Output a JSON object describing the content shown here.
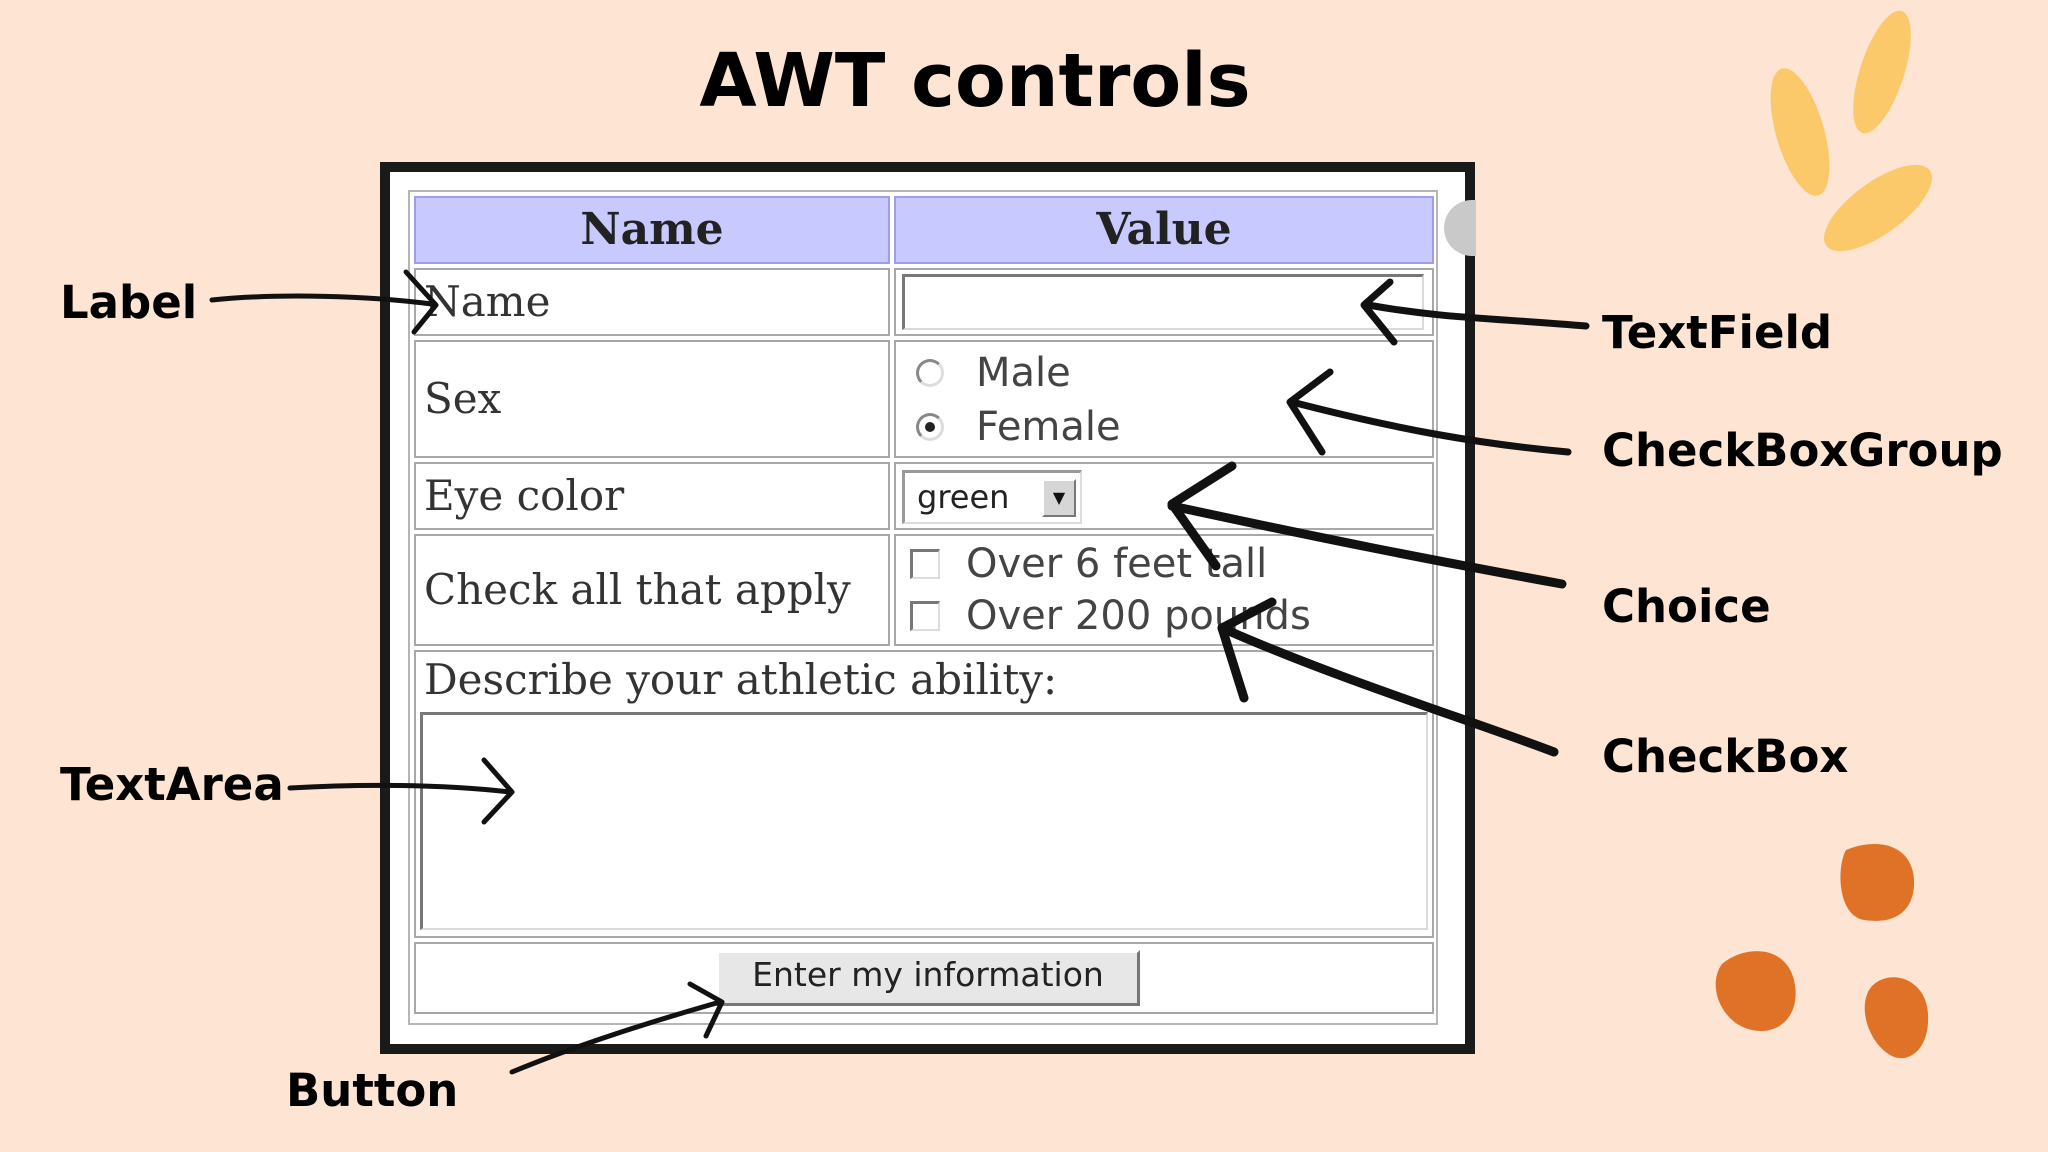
{
  "title": "AWT controls",
  "callouts": {
    "label": "Label",
    "textfield": "TextField",
    "checkboxgroup": "CheckBoxGroup",
    "choice": "Choice",
    "checkbox": "CheckBox",
    "textarea": "TextArea",
    "button": "Button"
  },
  "form": {
    "headers": {
      "name": "Name",
      "value": "Value"
    },
    "rows": {
      "name_label": "Name",
      "name_value": "",
      "sex_label": "Sex",
      "sex_options": [
        {
          "label": "Male",
          "selected": false
        },
        {
          "label": "Female",
          "selected": true
        }
      ],
      "eye_label": "Eye color",
      "eye_value": "green",
      "check_label": "Check all that apply",
      "check_options": [
        {
          "label": "Over 6 feet tall",
          "checked": false
        },
        {
          "label": "Over 200 pounds",
          "checked": false
        }
      ],
      "describe_label": "Describe your athletic ability:",
      "describe_value": "",
      "submit_label": "Enter my information"
    }
  },
  "colors": {
    "background": "#fde4d3",
    "header_fill": "#c8c9ff",
    "frame": "#1a1a1a",
    "leaf_yellow": "#fcc96a",
    "blob_orange": "#e07228"
  }
}
